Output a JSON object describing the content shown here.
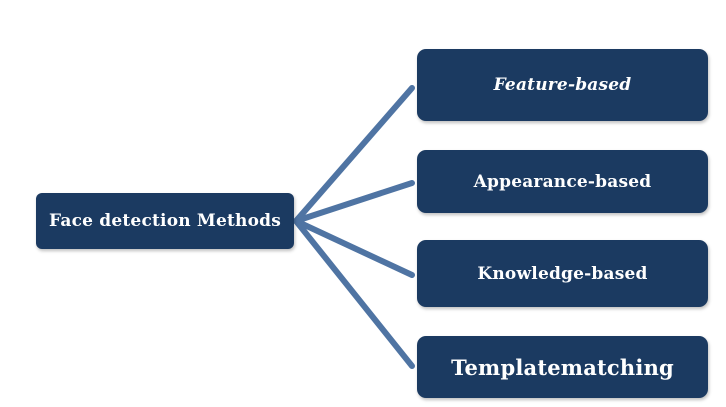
{
  "diagram": {
    "root": {
      "label": "Face detection Methods"
    },
    "children": [
      {
        "label": "Feature-based"
      },
      {
        "label": "Appearance-based"
      },
      {
        "label": "Knowledge-based"
      },
      {
        "label": "Templatematching"
      }
    ],
    "colors": {
      "node_fill": "#1b3a61",
      "node_text": "#ffffff",
      "connector": "#4f74a3"
    }
  }
}
